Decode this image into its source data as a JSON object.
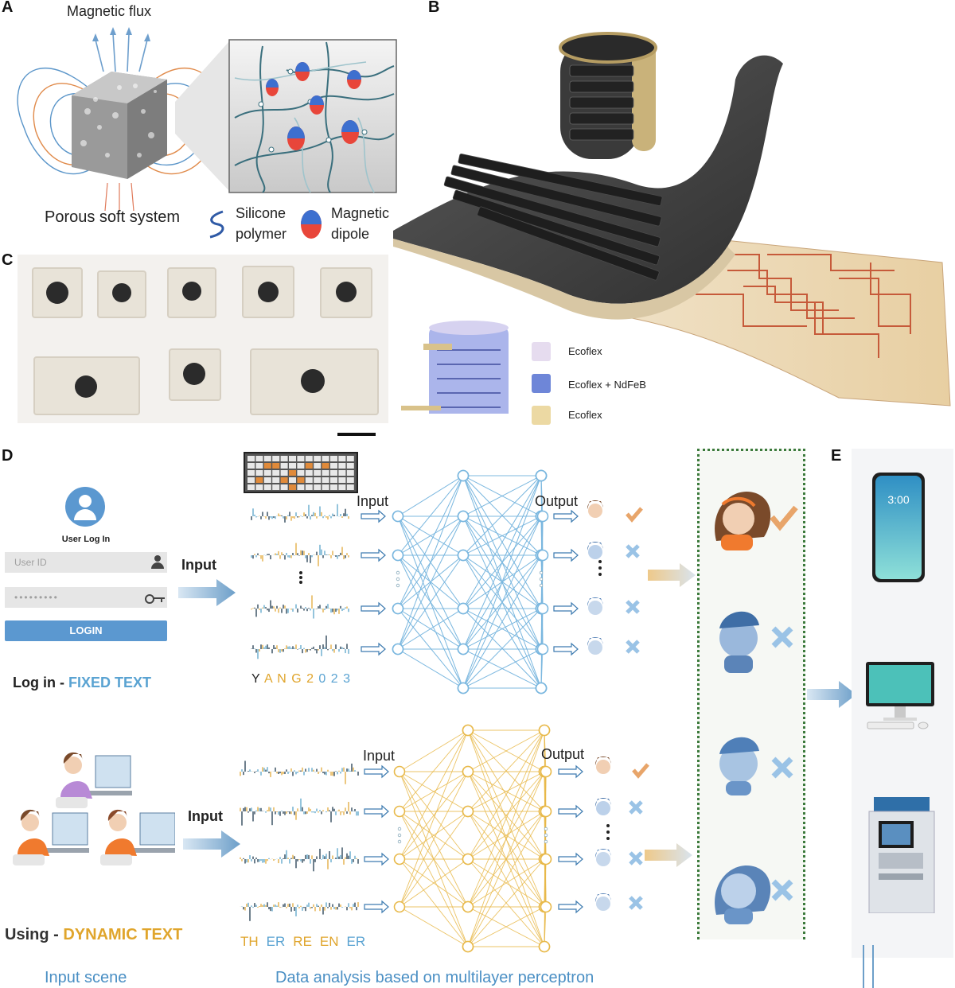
{
  "panels": {
    "A": "A",
    "B": "B",
    "C": "C",
    "D": "D",
    "E": "E"
  },
  "panel_a": {
    "title": "Magnetic flux",
    "caption": "Porous soft system",
    "legend_polymer": [
      "Silicone",
      "polymer"
    ],
    "legend_dipole": [
      "Magnetic",
      "dipole"
    ]
  },
  "panel_b": {
    "legend": [
      {
        "label": "Ecoflex",
        "color": "#e6dcef"
      },
      {
        "label": "Ecoflex + NdFeB",
        "color": "#6e86d8"
      },
      {
        "label": "Ecoflex",
        "color": "#ecd9a3"
      }
    ]
  },
  "panel_d": {
    "login": {
      "title": "User Log In",
      "user_placeholder": "User ID",
      "password_mask": "•••••••••",
      "button": "LOGIN"
    },
    "input_label_top": "Input",
    "input_label_bottom": "Input",
    "mlp_input_top": "Input",
    "mlp_output_top": "Output",
    "mlp_input_bottom": "Input",
    "mlp_output_bottom": "Output",
    "login_caption_prefix": "Log in - ",
    "login_caption_highlight": "FIXED TEXT",
    "using_caption_prefix": "Using - ",
    "using_caption_highlight": "DYNAMIC TEXT",
    "fixed_text_letters": [
      "Y",
      "A",
      "N",
      "G",
      "2",
      "0",
      "2",
      "3"
    ],
    "dynamic_text_letters": [
      "TH",
      "ER",
      "RE",
      "EN",
      "ER"
    ],
    "footer_left": "Input scene",
    "footer_center": "Data analysis based on multilayer perceptron"
  },
  "panel_e": {
    "phone_time": "3:00"
  },
  "colors": {
    "mlp_top": "#7ab7df",
    "mlp_bottom": "#e8b94a",
    "signal_dark": "#1f3a4d",
    "signal_orange": "#e2a93a",
    "signal_blue": "#5aa3c9",
    "check": "#e8a56a",
    "cross": "#9ac3e6",
    "dotted_border": "#3b7a3b"
  }
}
